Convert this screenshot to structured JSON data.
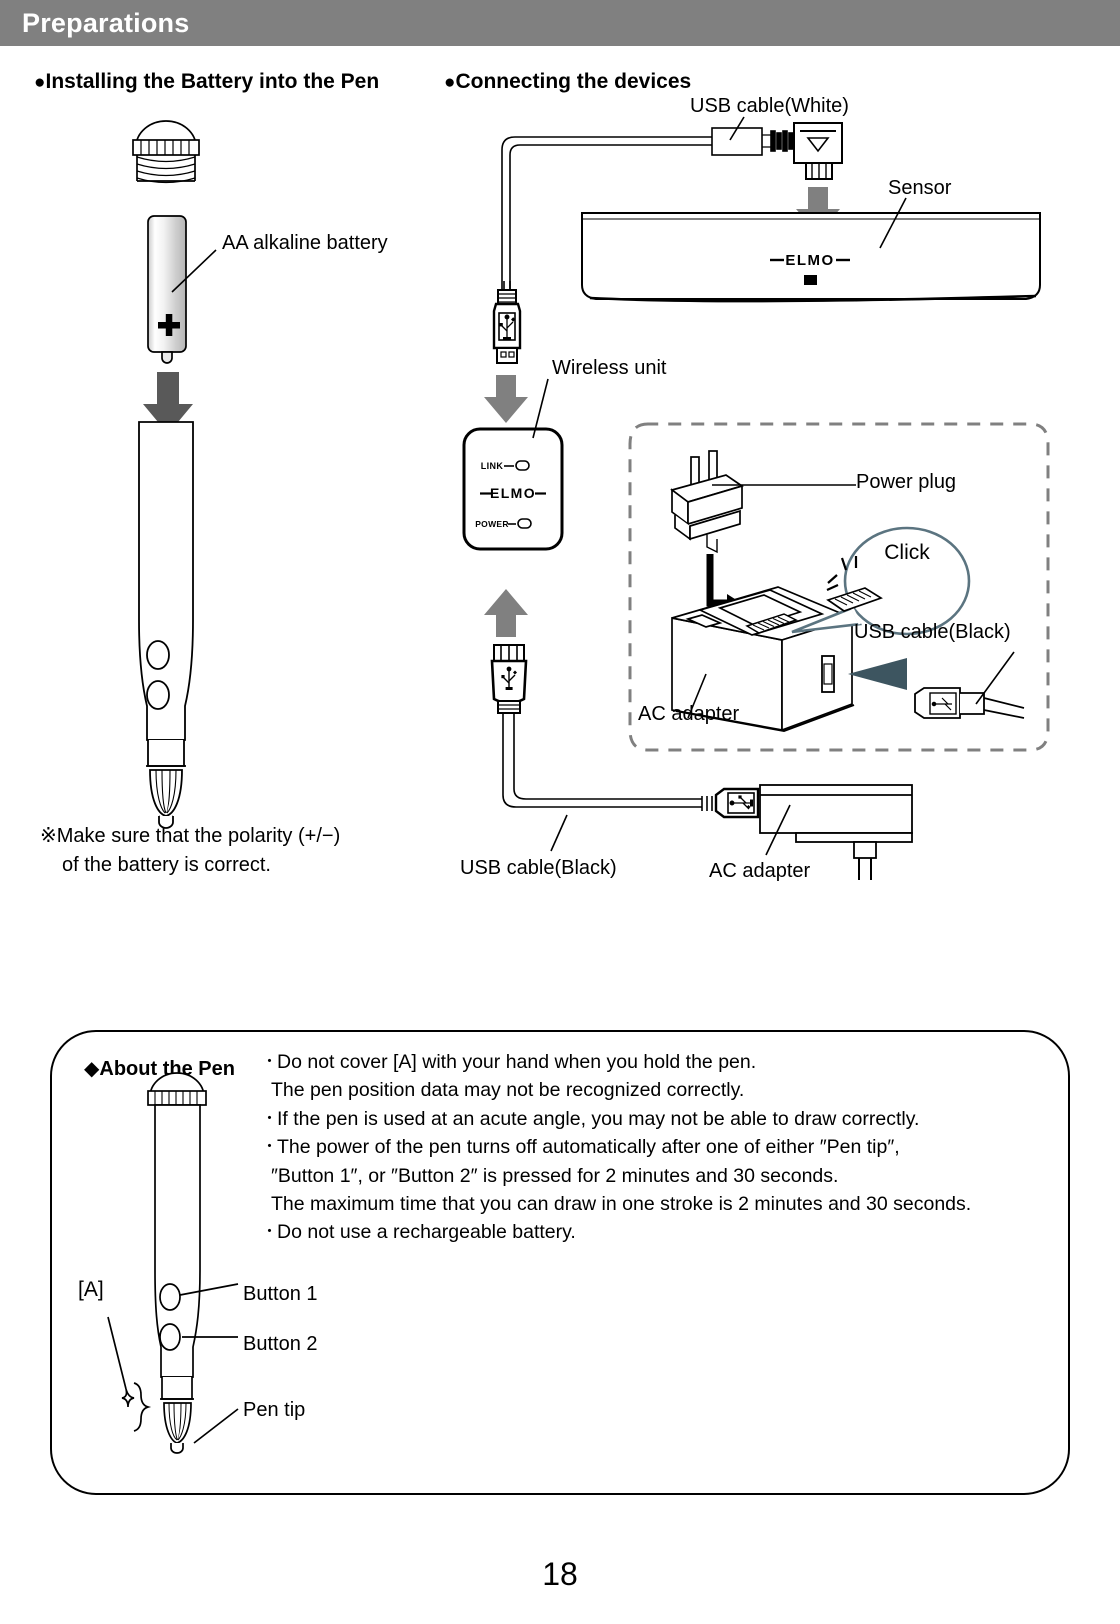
{
  "header": {
    "title": "Preparations"
  },
  "sections": {
    "battery": {
      "bullet": "●",
      "title": "Installing the Battery into the Pen"
    },
    "connecting": {
      "bullet": "●",
      "title": "Connecting the devices"
    }
  },
  "battery_diagram": {
    "labels": {
      "aa_battery": "AA alkaline battery",
      "plus_sign": "+"
    },
    "note_line1": "※Make sure that the polarity (+/−)",
    "note_line2": "of the battery is correct."
  },
  "connection_diagram": {
    "labels": {
      "usb_white": "USB cable(White)",
      "sensor": "Sensor",
      "wireless_unit": "Wireless unit",
      "usb_black_detail": "USB cable(Black)",
      "usb_black_bottom": "USB cable(Black)",
      "ac_adapter_detail": "AC adapter",
      "ac_adapter_bottom": "AC adapter",
      "power_plug": "Power plug",
      "click": "Click"
    },
    "sensor_brand": "ELMO",
    "wireless_unit_labels": {
      "brand": "ELMO",
      "link": "LINK",
      "power": "POWER"
    }
  },
  "about_pen": {
    "heading_bullet": "◆",
    "heading": "About the Pen",
    "bullet_char": "・",
    "items": [
      {
        "bullet": true,
        "text": "Do not cover [A] with your hand when you hold the pen."
      },
      {
        "bullet": false,
        "text": "The pen position data may not be recognized correctly."
      },
      {
        "bullet": true,
        "text": "If the pen is used at an acute angle, you may not be able to draw correctly."
      },
      {
        "bullet": true,
        "text": "The power of the pen turns off automatically after one of either ″Pen tip″,"
      },
      {
        "bullet": false,
        "text": "″Button 1″, or ″Button 2″ is pressed for 2 minutes and 30 seconds."
      },
      {
        "bullet": false,
        "text": "The maximum time that you can draw in one stroke is 2 minutes and 30 seconds."
      },
      {
        "bullet": true,
        "text": "Do not use a rechargeable battery."
      }
    ],
    "callouts": {
      "area_a": "[A]",
      "button1": "Button 1",
      "button2": "Button 2",
      "pen_tip": "Pen tip"
    }
  },
  "footer": {
    "page_number": "18"
  },
  "colors": {
    "header_bg": "#808080",
    "arrow_gray": "#595959",
    "ink": "#000000",
    "dashed_gray": "#808080",
    "balloon_stroke": "#5b7480",
    "battery_body": "#d9d9d9"
  }
}
